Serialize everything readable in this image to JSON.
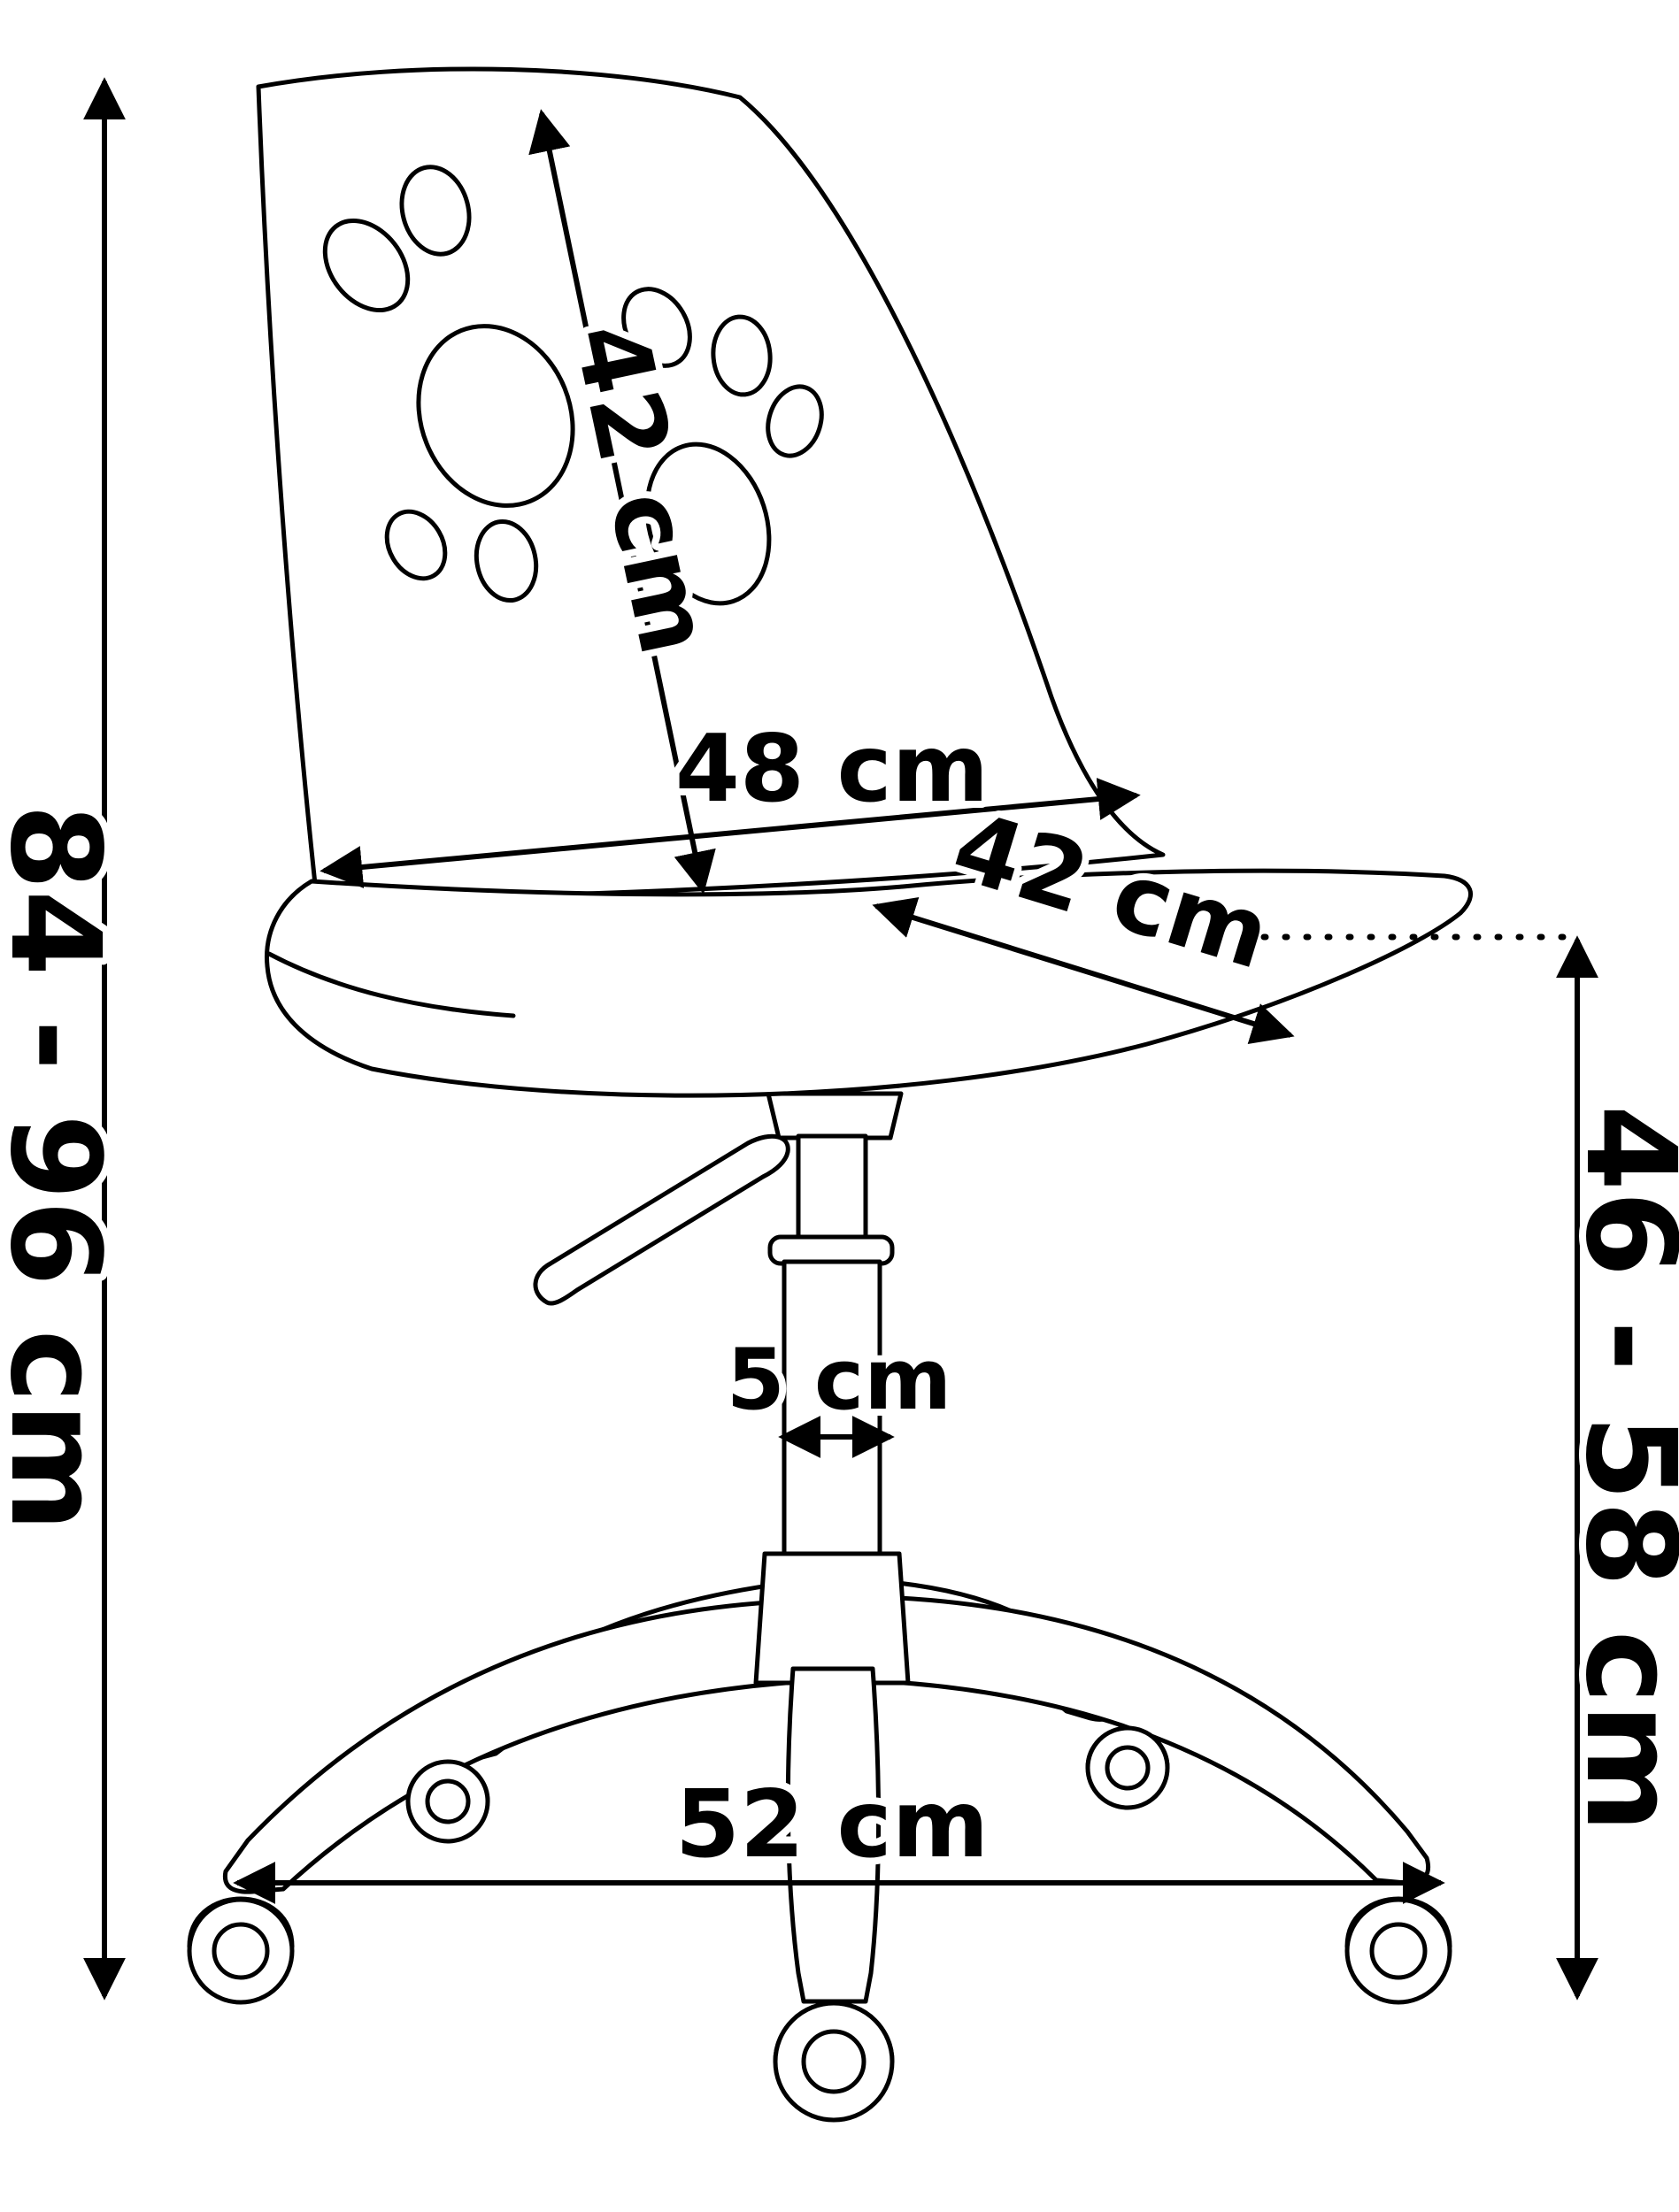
{
  "page": {
    "background_color": "#ffffff",
    "ink_color": "#000000",
    "subject": "swivel chair with paw-print backrest, side view dimension drawing"
  },
  "diagram": {
    "dimensions": {
      "total_height": "84 - 96 cm",
      "backrest_height": "42 cm",
      "backrest_width": "48 cm",
      "seat_depth": "42 cm",
      "seat_height_range": "46 - 58 cm",
      "column_diameter": "5 cm",
      "base_width": "52 cm"
    }
  }
}
